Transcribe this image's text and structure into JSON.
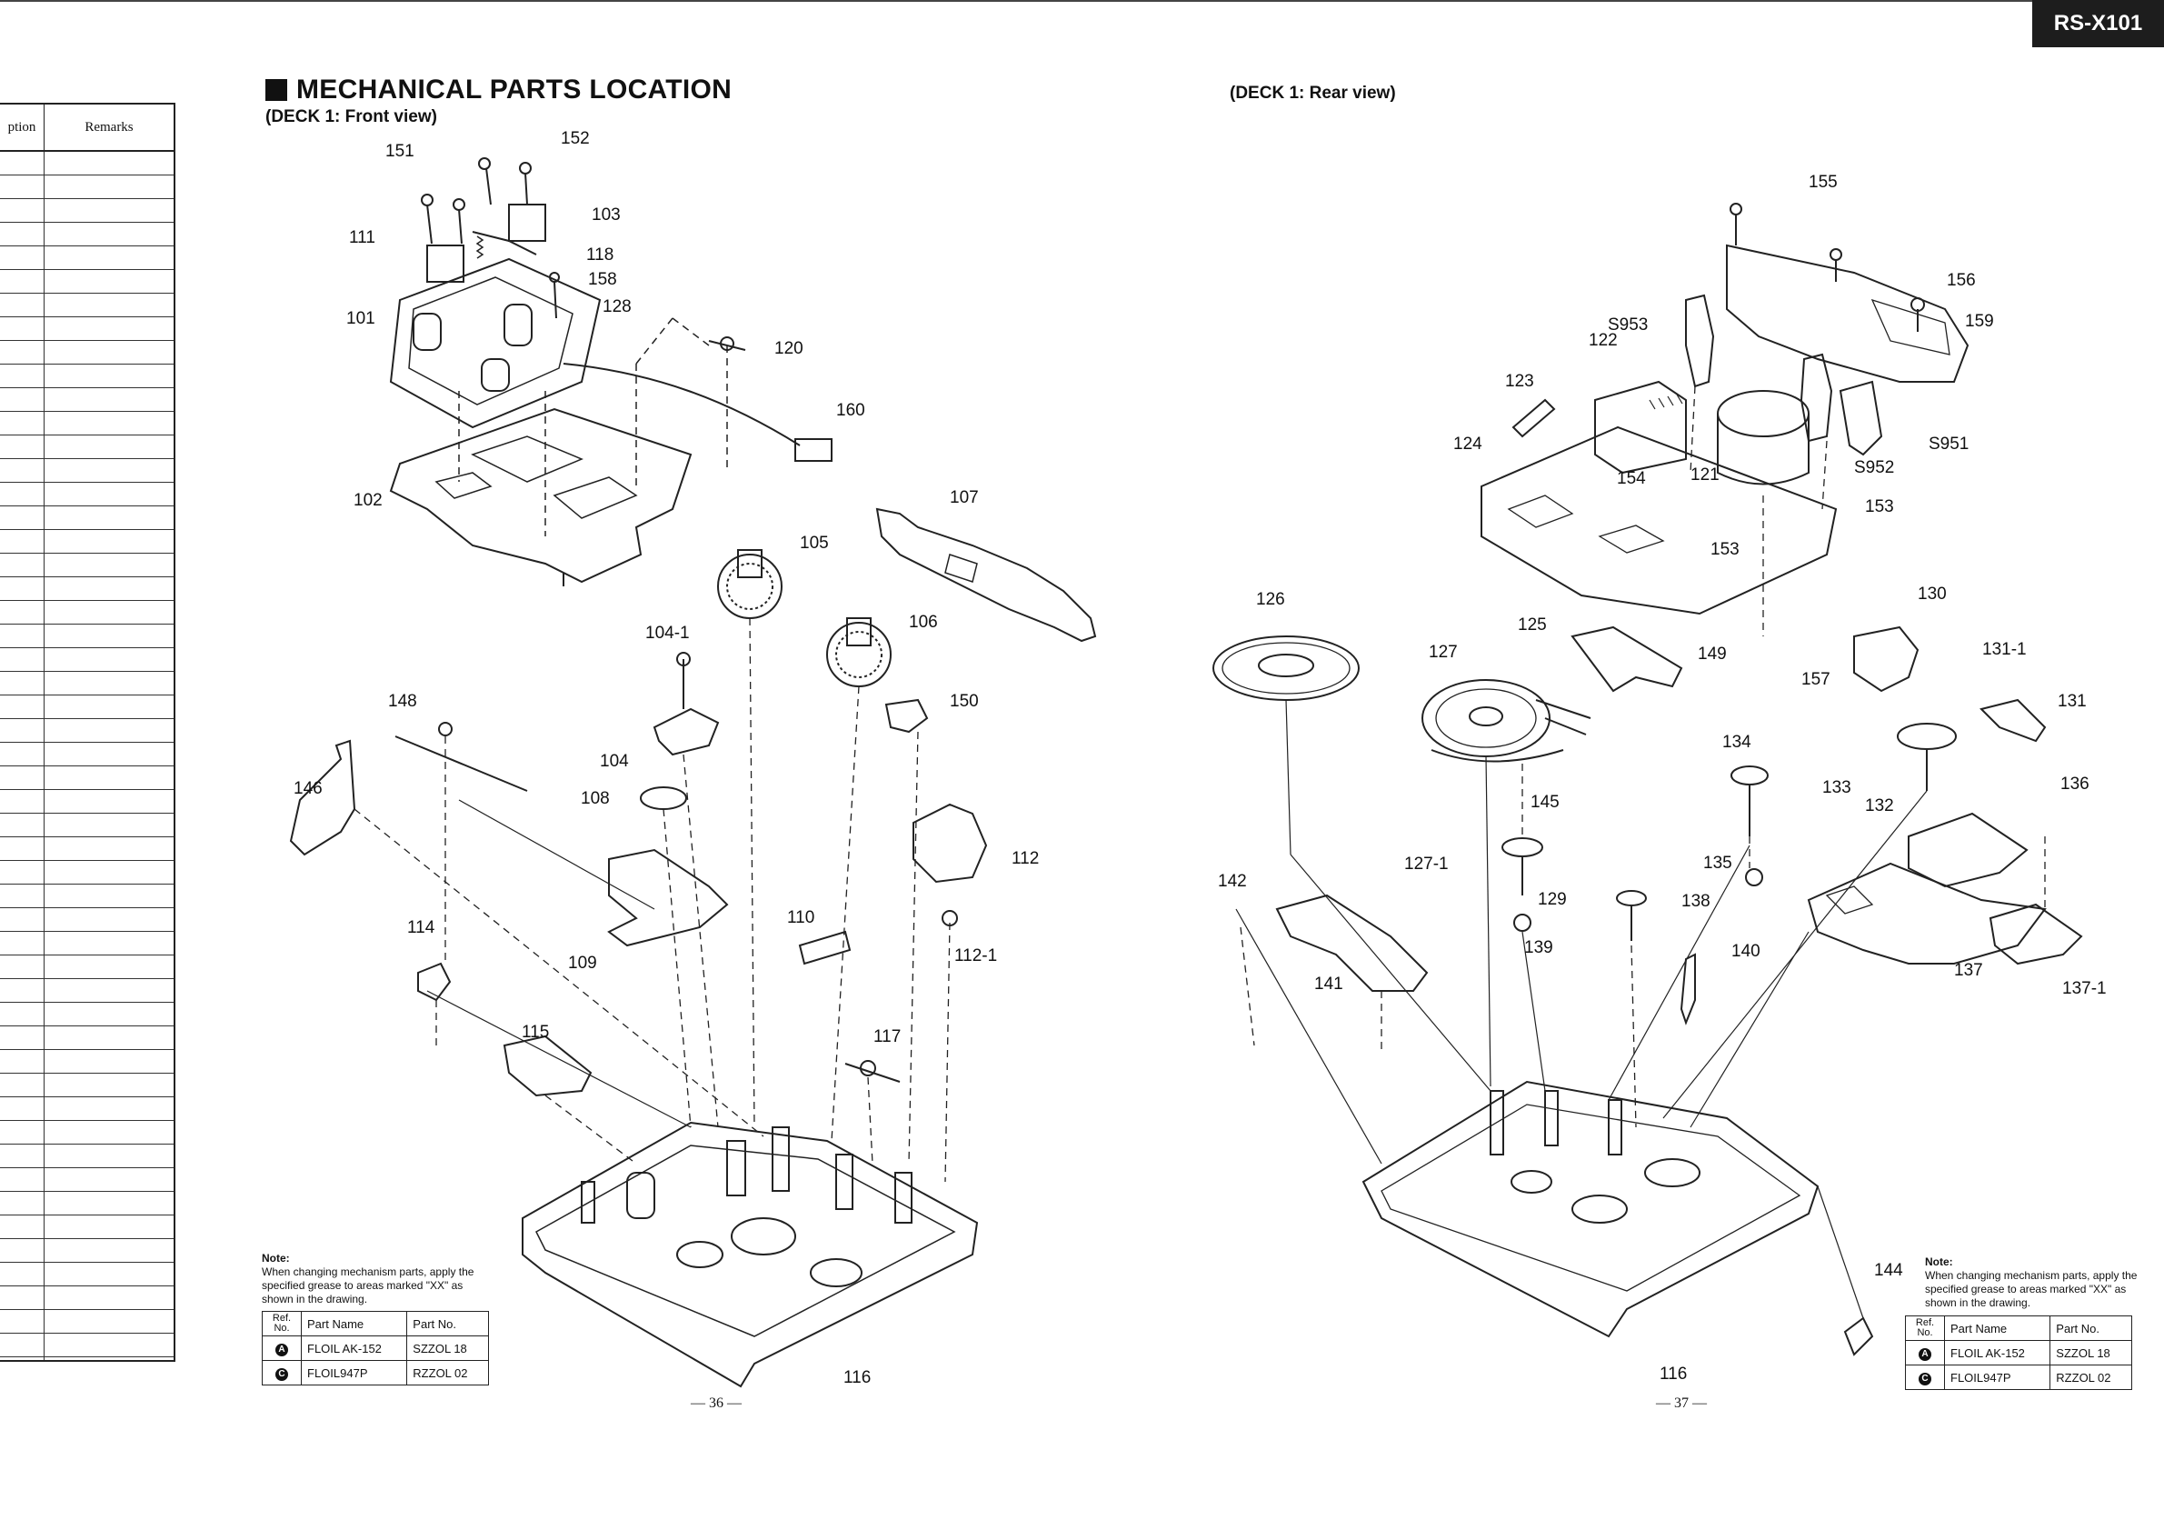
{
  "header": {
    "model": "RS-X101"
  },
  "title": "MECHANICAL PARTS LOCATION",
  "left_view_label": "(DECK 1: Front view)",
  "right_view_label": "(DECK 1: Rear view)",
  "side_table": {
    "col1": "ption",
    "col2": "Remarks"
  },
  "note": {
    "heading": "Note:",
    "text": "When changing mechanism parts, apply the specified grease to areas marked \"XX\" as shown in the drawing.",
    "table_headers": {
      "ref": "Ref. No.",
      "name": "Part Name",
      "number": "Part No."
    },
    "rows": [
      {
        "symbol": "A",
        "name": "FLOIL AK-152",
        "number": "SZZOL 18"
      },
      {
        "symbol": "C",
        "name": "FLOIL947P",
        "number": "RZZOL 02"
      }
    ]
  },
  "page_numbers": {
    "left": "— 36 —",
    "right": "— 37 —"
  },
  "front_labels": [
    "151",
    "152",
    "103",
    "111",
    "118",
    "158",
    "128",
    "101",
    "120",
    "160",
    "102",
    "107",
    "105",
    "106",
    "104-1",
    "150",
    "148",
    "146",
    "104",
    "108",
    "112",
    "112-1",
    "109",
    "110",
    "114",
    "115",
    "117",
    "116"
  ],
  "rear_labels": [
    "155",
    "156",
    "159",
    "S953",
    "122",
    "123",
    "124",
    "154",
    "121",
    "S952",
    "S951",
    "153",
    "153",
    "126",
    "125",
    "149",
    "157",
    "130",
    "131-1",
    "131",
    "127",
    "134",
    "133",
    "132",
    "136",
    "145",
    "127-1",
    "129",
    "135",
    "138",
    "142",
    "139",
    "140",
    "141",
    "137",
    "137-1",
    "144",
    "116"
  ]
}
